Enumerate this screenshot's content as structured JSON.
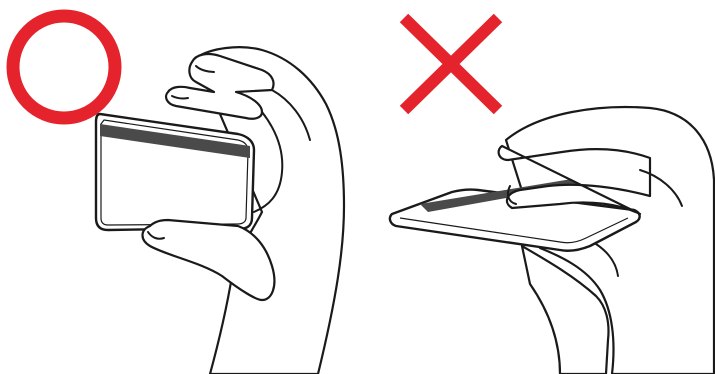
{
  "panels": [
    {
      "id": "correct",
      "mark": "circle-icon",
      "meaning": "correct-hold"
    },
    {
      "id": "incorrect",
      "mark": "cross-icon",
      "meaning": "incorrect-hold"
    }
  ],
  "colors": {
    "mark": "#e5232c",
    "line": "#1a1a1a",
    "stripe": "#4a4a4a",
    "background": "#ffffff"
  }
}
